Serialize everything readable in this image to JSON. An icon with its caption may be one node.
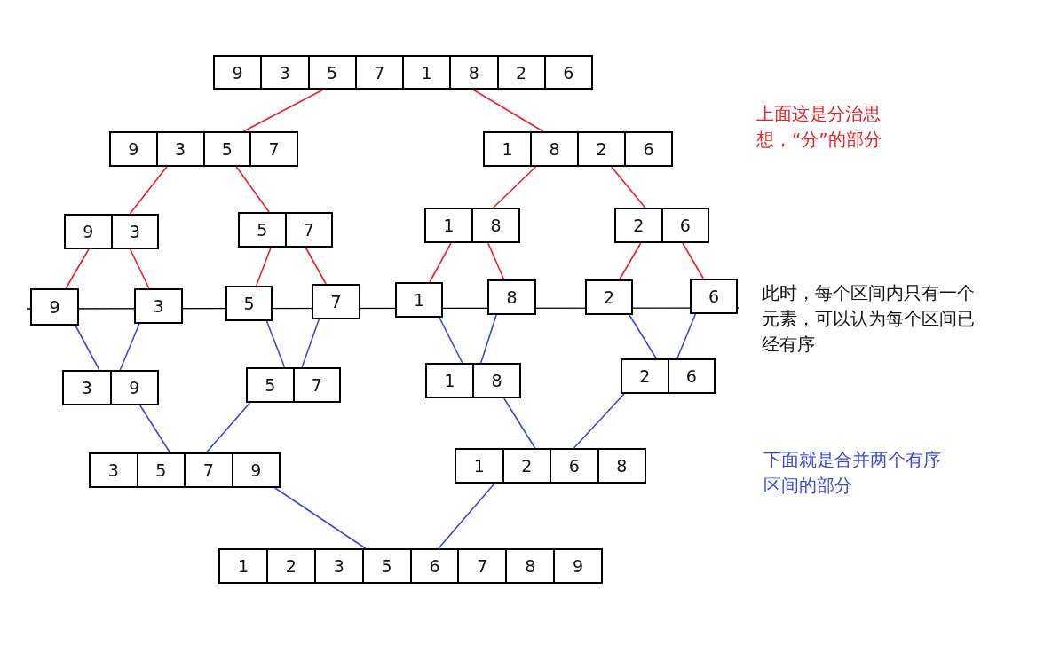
{
  "diagram": {
    "nodes": [
      {
        "text": [
          "9",
          "3",
          "5",
          "7",
          "1",
          "8",
          "2",
          "6"
        ]
      },
      {
        "text": [
          "9",
          "3",
          "5",
          "7"
        ]
      },
      {
        "text": [
          "1",
          "8",
          "2",
          "6"
        ]
      },
      {
        "text": [
          "9",
          "3"
        ]
      },
      {
        "text": [
          "5",
          "7"
        ]
      },
      {
        "text": [
          "1",
          "8"
        ]
      },
      {
        "text": [
          "2",
          "6"
        ]
      },
      {
        "text": [
          "9"
        ]
      },
      {
        "text": [
          "3"
        ]
      },
      {
        "text": [
          "5"
        ]
      },
      {
        "text": [
          "7"
        ]
      },
      {
        "text": [
          "1"
        ]
      },
      {
        "text": [
          "8"
        ]
      },
      {
        "text": [
          "2"
        ]
      },
      {
        "text": [
          "6"
        ]
      },
      {
        "text": [
          "3",
          "9"
        ]
      },
      {
        "text": [
          "5",
          "7"
        ]
      },
      {
        "text": [
          "1",
          "8"
        ]
      },
      {
        "text": [
          "2",
          "6"
        ]
      },
      {
        "text": [
          "3",
          "5",
          "7",
          "9"
        ]
      },
      {
        "text": [
          "1",
          "2",
          "6",
          "8"
        ]
      },
      {
        "text": [
          "1",
          "2",
          "3",
          "5",
          "6",
          "7",
          "8",
          "9"
        ]
      }
    ],
    "edges": [
      {
        "from": 0,
        "to": 1,
        "arrow": "none",
        "color": "#e8202a"
      },
      {
        "from": 0,
        "to": 2,
        "arrow": "none",
        "color": "#e8202a"
      },
      {
        "from": 1,
        "to": 3,
        "arrow": "none",
        "color": "#e8202a"
      },
      {
        "from": 1,
        "to": 4,
        "arrow": "none",
        "color": "#e8202a"
      },
      {
        "from": 2,
        "to": 5,
        "arrow": "none",
        "color": "#e8202a"
      },
      {
        "from": 2,
        "to": 6,
        "arrow": "none",
        "color": "#e8202a"
      },
      {
        "from": 3,
        "to": 7,
        "arrow": "none",
        "color": "#e8202a"
      },
      {
        "from": 3,
        "to": 8,
        "arrow": "none",
        "color": "#e8202a"
      },
      {
        "from": 4,
        "to": 9,
        "arrow": "none",
        "color": "#e8202a"
      },
      {
        "from": 4,
        "to": 10,
        "arrow": "none",
        "color": "#e8202a"
      },
      {
        "from": 5,
        "to": 11,
        "arrow": "none",
        "color": "#e8202a"
      },
      {
        "from": 5,
        "to": 12,
        "arrow": "none",
        "color": "#e8202a"
      },
      {
        "from": 6,
        "to": 13,
        "arrow": "none",
        "color": "#e8202a"
      },
      {
        "from": 6,
        "to": 14,
        "arrow": "none",
        "color": "#e8202a"
      },
      {
        "from": 7,
        "to": 15,
        "arrow": "none",
        "color": "#3f48cc"
      },
      {
        "from": 8,
        "to": 15,
        "arrow": "none",
        "color": "#3f48cc"
      },
      {
        "from": 9,
        "to": 16,
        "arrow": "none",
        "color": "#3f48cc"
      },
      {
        "from": 10,
        "to": 16,
        "arrow": "none",
        "color": "#3f48cc"
      },
      {
        "from": 11,
        "to": 17,
        "arrow": "none",
        "color": "#3f48cc"
      },
      {
        "from": 12,
        "to": 17,
        "arrow": "none",
        "color": "#3f48cc"
      },
      {
        "from": 13,
        "to": 18,
        "arrow": "none",
        "color": "#3f48cc"
      },
      {
        "from": 14,
        "to": 18,
        "arrow": "none",
        "color": "#3f48cc"
      },
      {
        "from": 15,
        "to": 19,
        "arrow": "none",
        "color": "#3f48cc"
      },
      {
        "from": 16,
        "to": 19,
        "arrow": "none",
        "color": "#3f48cc"
      },
      {
        "from": 17,
        "to": 20,
        "arrow": "none",
        "color": "#3f48cc"
      },
      {
        "from": 18,
        "to": 20,
        "arrow": "none",
        "color": "#3f48cc"
      },
      {
        "from": 19,
        "to": 21,
        "arrow": "none",
        "color": "#3f48cc"
      },
      {
        "from": 20,
        "to": 21,
        "arrow": "none",
        "color": "#3f48cc"
      }
    ],
    "labels": [
      "上面这是分治思想，“分”的部分",
      "此时，每个区间内只有一个元素，可以认为每个区间已经有序",
      "下面就是合并两个有序区间的部分"
    ]
  }
}
